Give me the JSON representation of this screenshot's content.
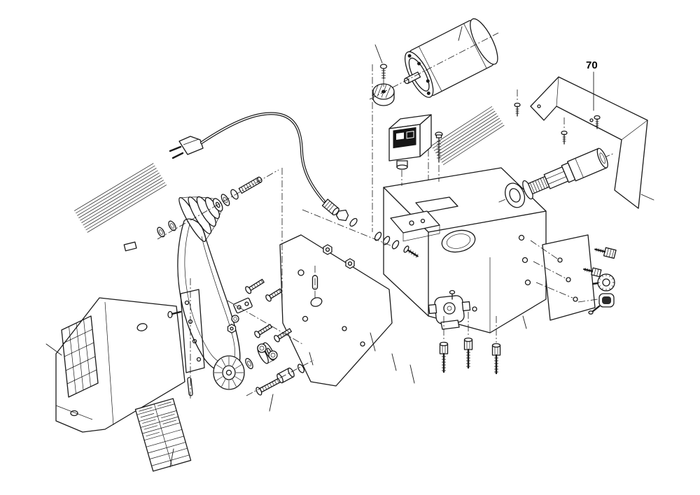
{
  "canvas": {
    "background": "#ffffff",
    "line_color": "#1a1a1a",
    "switch_plate_color": "#161616",
    "cap_color": "#2b2b2b"
  },
  "diagram": {
    "type": "exploded-parts-diagram",
    "callout_label": "70",
    "callouts": [
      {
        "label": "70",
        "target": "belt-guard-cover"
      }
    ],
    "parts": [
      "machine-stand",
      "control-grid-panel",
      "side-cover-strip",
      "strip-screw",
      "dowel-pin-long",
      "spec-label-plate",
      "frame-plate",
      "main-frame-body",
      "carriage-block",
      "belt-guard-cover",
      "spindle-shaft-assembly",
      "electric-motor",
      "motor-mount-screw",
      "motor-mount-grommet",
      "power-switch-box",
      "switch-screw",
      "vent-grille-right",
      "vent-grille-left",
      "small-label-plate",
      "power-cord-plug",
      "power-cord",
      "cable-gland",
      "gland-nut",
      "gland-washer",
      "hex-nut-a",
      "hex-nut-b",
      "washer-trio",
      "stub-bolt",
      "stepped-cone-pulley",
      "pulley-washer-a",
      "pulley-washer-b",
      "pulley-stud",
      "lower-washer-a",
      "lower-washer-b",
      "v-belt",
      "fan-pulley",
      "idler-washer",
      "idler-pulley",
      "spacer-bushing",
      "spacer-ring",
      "long-bolt",
      "dowel-pin",
      "hinge-bracket",
      "cluster-screw-1",
      "cluster-screw-2",
      "cluster-washer",
      "cluster-hex-nut",
      "cluster-screw-3",
      "cluster-screw-4",
      "cluster-ring-1",
      "cluster-ring-2",
      "guide-bracket",
      "socket-screw-1",
      "socket-screw-2",
      "socket-screw-3",
      "side-plate-right",
      "socket-bolt",
      "hex-bolt-small",
      "clamp-knob",
      "cap-knob",
      "cover-screw-a",
      "cover-screw-b",
      "cover-screw-c"
    ]
  }
}
